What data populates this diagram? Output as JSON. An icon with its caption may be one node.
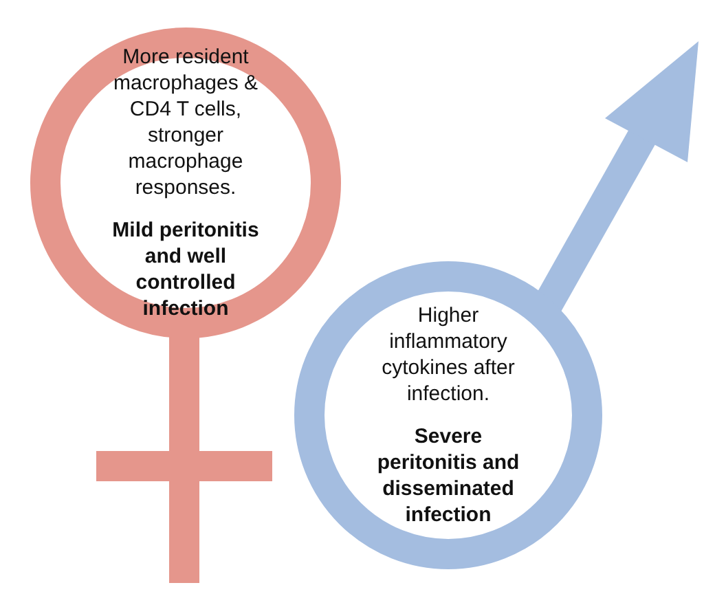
{
  "diagram": {
    "nodes": [
      {
        "text": [
          "More resident macrophages & CD4 T cells, stronger macrophage responses.",
          "Mild peritonitis and well controlled infection"
        ]
      },
      {
        "text": [
          "Higher inflammatory cytokines after infection.",
          "Severe peritonitis and disseminated infection"
        ]
      }
    ]
  }
}
